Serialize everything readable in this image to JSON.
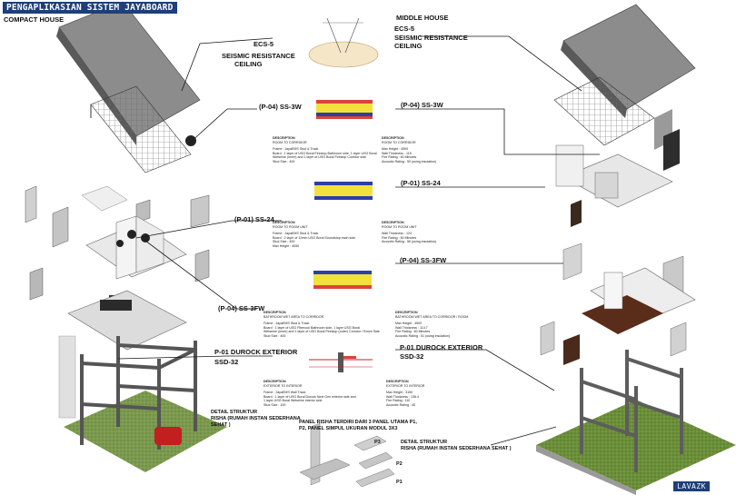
{
  "header": {
    "title": "PENGAPLIKASIAN SISTEM JAYABOARD",
    "subtitle": "COMPACT HOUSE"
  },
  "left_labels": {
    "ecs5_code": "ECS-5",
    "ecs5_name_line1": "SEISMIC RESISTANCE",
    "ecs5_name_line2": "CEILING",
    "p01_durock_line1": "P-01 DUROCK EXTERIOR",
    "p01_durock_line2": "SSD-32",
    "detail_line1": "DETAIL STRUKTUR",
    "detail_line2": "RISHA (RUMAH INSTAN SEDERHANA",
    "detail_line3": "SEHAT )"
  },
  "center_labels": {
    "ss3w_left": "(P-04) SS-3W",
    "ss24_left": "(P-01) SS-24",
    "ss3fw_left": "(P-04) SS-3FW",
    "middle_house": "MIDDLE HOUSE",
    "ecs5_code": "ECS-5",
    "ecs5_name_line1": "SEISMIC RESISTANCE",
    "ecs5_name_line2": "CEILING"
  },
  "right_labels": {
    "ss3w_right": "(P-04) SS-3W",
    "ss24_right": "(P-01) SS-24",
    "ss3fw_right": "(P-04) SS-3FW",
    "p01_durock_line1": "P-01 DUROCK EXTERIOR",
    "p01_durock_line2": "SSD-32",
    "detail_line1": "DETAIL STRUKTUR",
    "detail_line2": "RISHA (RUMAH INSTAN SEDERHANA SEHAT )"
  },
  "panel_note": {
    "line1": "PANEL RISHA TERDIRI DARI 3 PANEL UTAMA P1,",
    "line2": "P2, PANEL SIMPUL UKURAN MODUL 3X3",
    "p1": "P1",
    "p2": "P2",
    "p3": "P3"
  },
  "spec_blocks": [
    {
      "left_heading": "DESCRIPTION",
      "left_sub": "ROOM TO CORRIDOR",
      "left_lines": [
        "Frame : JayaEMS Stud & Track",
        "Board : 1 layer of USG Boral Firestop Bathroom side, 1 layer USG Boral",
        "Wetseine (Inner) and 1 layer of USG Boral Firestop Corridor side",
        "Stud Size : 400"
      ],
      "right_heading": "DESCRIPTION",
      "right_sub": "ROOM TO CORRIDOR",
      "right_lines": [
        "Max Height : 4500",
        "Wall Thickness : 115",
        "Fire Rating : 60 Minutes",
        "Acoustic Rating : 50 (using insulation)"
      ]
    },
    {
      "left_heading": "DESCRIPTION",
      "left_sub": "ROOM TO ROOM UNIT",
      "left_lines": [
        "Frame : JayaEMS Stud & Track",
        "Board : 2 layer of 12mm USG Boral Soundstop each side",
        "Stud Size : 400",
        "Max Height : 4050"
      ],
      "right_heading": "DESCRIPTION",
      "right_sub": "ROOM TO ROOM UNIT",
      "right_lines": [
        "Wall Thickness : 124",
        "Fire Rating : 60 Minutes",
        "Acoustic Rating : 56 (using insulation)"
      ]
    },
    {
      "left_heading": "DESCRIPTION",
      "left_sub": "BATHROOM WET AREA TO CORRIDOR",
      "left_lines": [
        "Frame : JayaEMS Stud & Track",
        "Board : 1 layer of USG Fiberock Bathroom side, 1 layer USG Boral",
        "Wetseine (Inner) and 1 layer of USG Boral Firestop (outer) Corridor / Room Side",
        "Stud Size : 400"
      ],
      "right_heading": "DESCRIPTION",
      "right_sub": "BATHROOM WET AREA TO CORRIDOR / ROOM",
      "right_lines": [
        "Max Height : 4500",
        "Wall Thickness : 114.7",
        "Fire Rating : 60 Minutes",
        "Acoustic Rating : 51 (using insulation)"
      ]
    },
    {
      "left_heading": "DESCRIPTION",
      "left_sub": "EXTERIOR TO INTERIOR",
      "left_lines": [
        "Frame : JayaEMS Wall Track",
        "Board : 1 layer of USG Boral Durock Next Gen exterior side and",
        "1 layer USG Boral Wetseine interior side",
        "Stud Size : 100"
      ],
      "right_heading": "DESCRIPTION",
      "right_sub": "EXTERIOR TO INTERIOR",
      "right_lines": [
        "Max Height : 3150",
        "Wall Thickness : 136.4",
        "Fire Rating : 110",
        "Acoustic Rating : 45"
      ]
    }
  ],
  "brand": "LAVAZK",
  "colors": {
    "banner": "#1d3f7a",
    "stud_yellow": "#f2e13c",
    "board_red": "#d8453a",
    "board_blue": "#2a3fa8",
    "grass": "#6c8f3a",
    "line": "#1a1a1a"
  }
}
